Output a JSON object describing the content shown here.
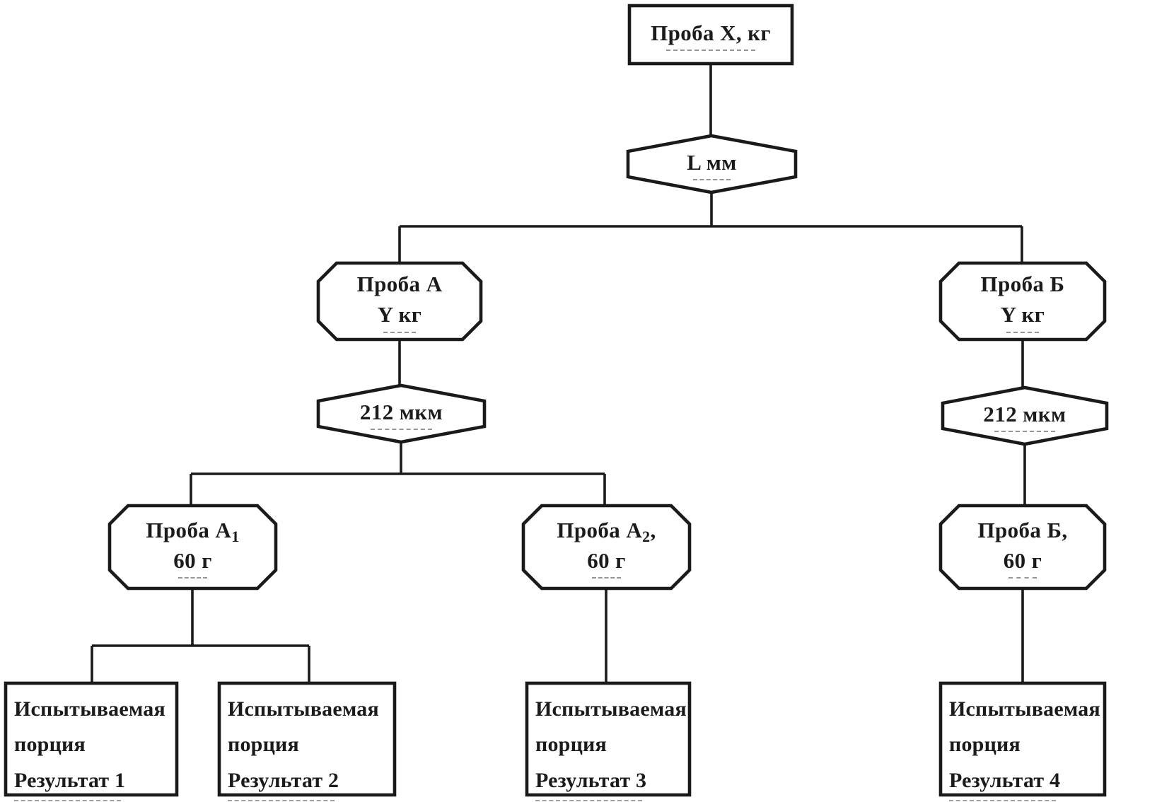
{
  "page": {
    "background": "#ffffff",
    "ink_color": "#1c1c1c",
    "language": "ru"
  },
  "nodes": {
    "root": {
      "label": "Проба X, кг"
    },
    "sieve_top": {
      "label": "L мм"
    },
    "proba_a": {
      "line1": "Проба А",
      "line2": "Y кг"
    },
    "proba_b": {
      "line1": "Проба Б",
      "line2": "Y кг"
    },
    "sieve_a": {
      "label": "212 мкм"
    },
    "sieve_b": {
      "label": "212 мкм"
    },
    "proba_a1": {
      "main": "Проба А",
      "sub": "1",
      "suffix": "",
      "line2": "60 г"
    },
    "proba_a2": {
      "main": "Проба А",
      "sub": "2",
      "suffix": ",",
      "line2": "60 г"
    },
    "proba_b1": {
      "line1": "Проба Б,",
      "line2": "60 г"
    },
    "result1": {
      "line1": "Испытываемая",
      "line2": "порция",
      "line3": "Результат 1"
    },
    "result2": {
      "line1": "Испытываемая",
      "line2": "порция",
      "line3": "Результат 2"
    },
    "result3": {
      "line1": "Испытываемая",
      "line2": "порция",
      "line3": "Результат 3"
    },
    "result4": {
      "line1": "Испытываемая",
      "line2": "порция",
      "line3": "Результат 4"
    }
  }
}
